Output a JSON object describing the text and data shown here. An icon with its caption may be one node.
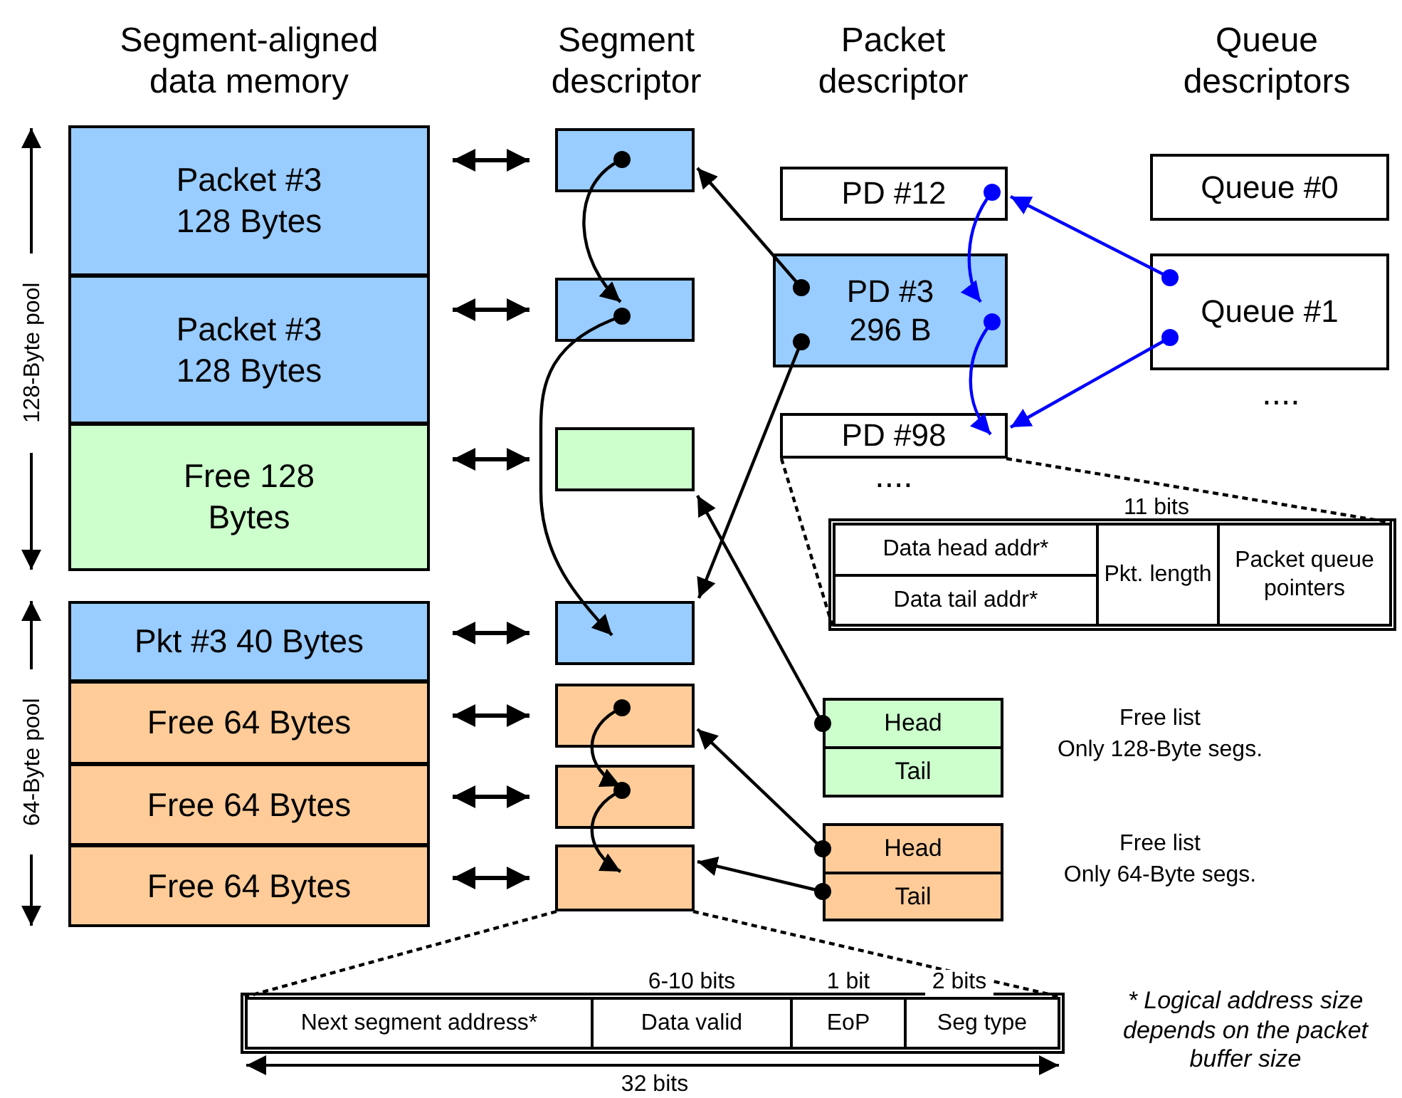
{
  "diagram": {
    "nodes": [
      {
        "text": [
          "Packet #3 128 Bytes"
        ]
      },
      {
        "text": [
          "Packet #3 128 Bytes"
        ]
      },
      {
        "text": [
          "Free 128 Bytes"
        ]
      },
      {
        "text": [
          "Pkt #3 40 Bytes"
        ]
      },
      {
        "text": [
          "Free 64 Bytes"
        ]
      },
      {
        "text": [
          "Free 64 Bytes"
        ]
      },
      {
        "text": [
          "Free 64 Bytes"
        ]
      },
      {
        "text": [],
        "shape": "box"
      },
      {
        "text": [],
        "shape": "box"
      },
      {
        "text": [],
        "shape": "box"
      },
      {
        "text": [],
        "shape": "box"
      },
      {
        "text": [],
        "shape": "box"
      },
      {
        "text": [],
        "shape": "box"
      },
      {
        "text": [],
        "shape": "box"
      },
      {
        "text": [
          "PD #12"
        ]
      },
      {
        "text": [
          "PD #3 296 B"
        ]
      },
      {
        "text": [
          "PD #98"
        ]
      },
      {
        "text": [
          "Queue #0"
        ]
      },
      {
        "text": [
          "Queue #1"
        ]
      },
      {
        "text": [
          "Head"
        ]
      },
      {
        "text": [
          "Tail"
        ]
      },
      {
        "text": [
          "Head"
        ]
      },
      {
        "text": [
          "Tail"
        ]
      },
      {
        "text": [],
        "shape": "box"
      },
      {
        "text": [],
        "shape": "box"
      }
    ],
    "edges": [
      {
        "from": 0,
        "to": 7,
        "arrow": "both"
      },
      {
        "from": 1,
        "to": 8,
        "arrow": "both"
      },
      {
        "from": 2,
        "to": 9,
        "arrow": "both"
      },
      {
        "from": 3,
        "to": 10,
        "arrow": "both"
      },
      {
        "from": 4,
        "to": 11,
        "arrow": "both"
      },
      {
        "from": 5,
        "to": 12,
        "arrow": "both"
      },
      {
        "from": 6,
        "to": 13,
        "arrow": "both"
      },
      {
        "from": 7,
        "to": 8,
        "arrow": "to"
      },
      {
        "from": 8,
        "to": 10,
        "arrow": "to"
      },
      {
        "from": 15,
        "to": 7,
        "arrow": "to"
      },
      {
        "from": 15,
        "to": 10,
        "arrow": "to"
      },
      {
        "from": 19,
        "to": 9,
        "arrow": "to"
      },
      {
        "from": 11,
        "to": 12,
        "arrow": "to"
      },
      {
        "from": 12,
        "to": 13,
        "arrow": "to"
      },
      {
        "from": 21,
        "to": 11,
        "arrow": "to"
      },
      {
        "from": 22,
        "to": 13,
        "arrow": "to"
      },
      {
        "from": 14,
        "to": 15,
        "arrow": "to",
        "color": "#0000ff"
      },
      {
        "from": 15,
        "to": 16,
        "arrow": "to",
        "color": "#0000ff"
      },
      {
        "from": 18,
        "to": 14,
        "arrow": "to",
        "color": "#0000ff"
      },
      {
        "from": 18,
        "to": 16,
        "arrow": "to",
        "color": "#0000ff"
      },
      {
        "from": 16,
        "to": 23,
        "arrow": "none",
        "style": "dashed"
      },
      {
        "from": 16,
        "to": 23,
        "arrow": "none",
        "style": "dashed"
      },
      {
        "from": 13,
        "to": 24,
        "arrow": "none",
        "style": "dashed"
      },
      {
        "from": 13,
        "to": 24,
        "arrow": "none",
        "style": "dashed"
      }
    ],
    "labels": [
      "Segment-aligned data memory",
      "Segment descriptor",
      "Packet descriptor",
      "Queue descriptors",
      "128-Byte pool",
      "64-Byte pool",
      "....",
      "....",
      "11 bits",
      "Data head addr*",
      "Pkt. length",
      "Packet queue pointers",
      "Data tail addr*",
      "Free list",
      "Only 128-Byte segs.",
      "Free list",
      "Only 64-Byte segs.",
      "6-10 bits",
      "1 bit",
      "2 bits",
      "* Logical address size depends on the packet buffer size",
      "Next segment address*",
      "Data valid",
      "EoP",
      "Seg type",
      "32 bits"
    ]
  }
}
